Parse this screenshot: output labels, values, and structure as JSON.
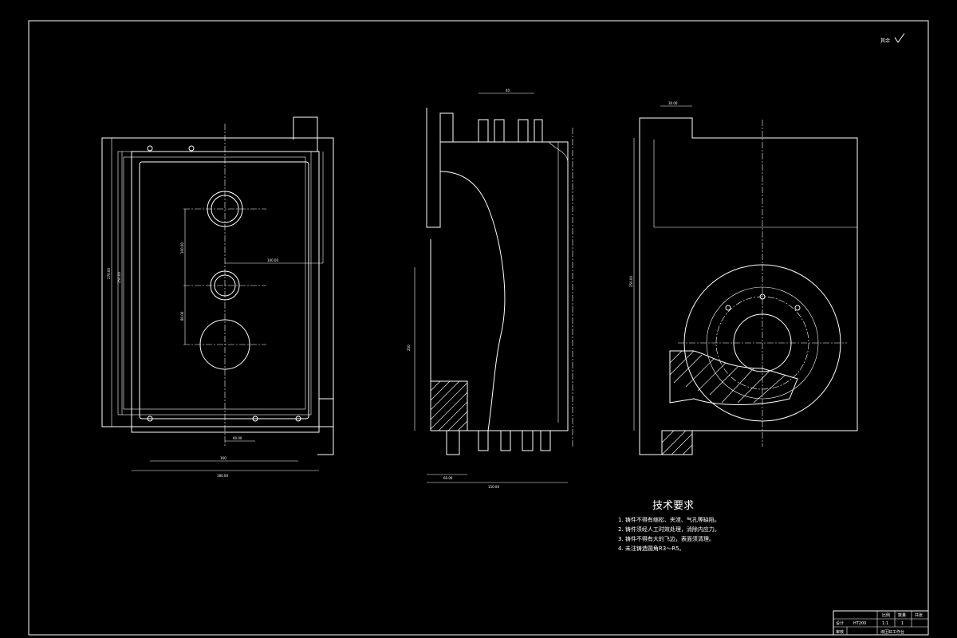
{
  "colors": {
    "background": "#000000",
    "lines": "#ffffff",
    "hatch": "#ffffff"
  },
  "roughness": {
    "label": "其余",
    "icon": "roughness-check-icon"
  },
  "tech_requirements": {
    "title": "技术要求",
    "items": [
      "1. 铸件不得有缩松、夹渣、气孔等缺陷。",
      "2. 铸件须经人工时效处理，消除内应力。",
      "3. 铸件不得有大的飞边，表面须清理。",
      "4. 未注铸造圆角R3～R5。"
    ]
  },
  "title_block": {
    "drawing_name": "液压缸工作台",
    "designer_label": "设计",
    "checker_label": "审核",
    "scale_label": "比例",
    "qty_label": "数量",
    "sheet_label": "共张",
    "scale_value": "1:1",
    "qty_value": "1",
    "material_value": "HT200"
  },
  "front_view_dims": {
    "width_overall": "180.00",
    "width_inner": "160",
    "pitch": "60.00",
    "height_overall": "270.00",
    "height_inner": "250.00",
    "hole_spacing_1": "100.00",
    "hole_spacing_2": "80.00",
    "offset": "100.00"
  },
  "side_view_dims": {
    "overall": "150.00",
    "partial": "60.00",
    "top": "40",
    "height": "250"
  },
  "right_view_dims": {
    "top": "30.00",
    "height": "250.00"
  }
}
